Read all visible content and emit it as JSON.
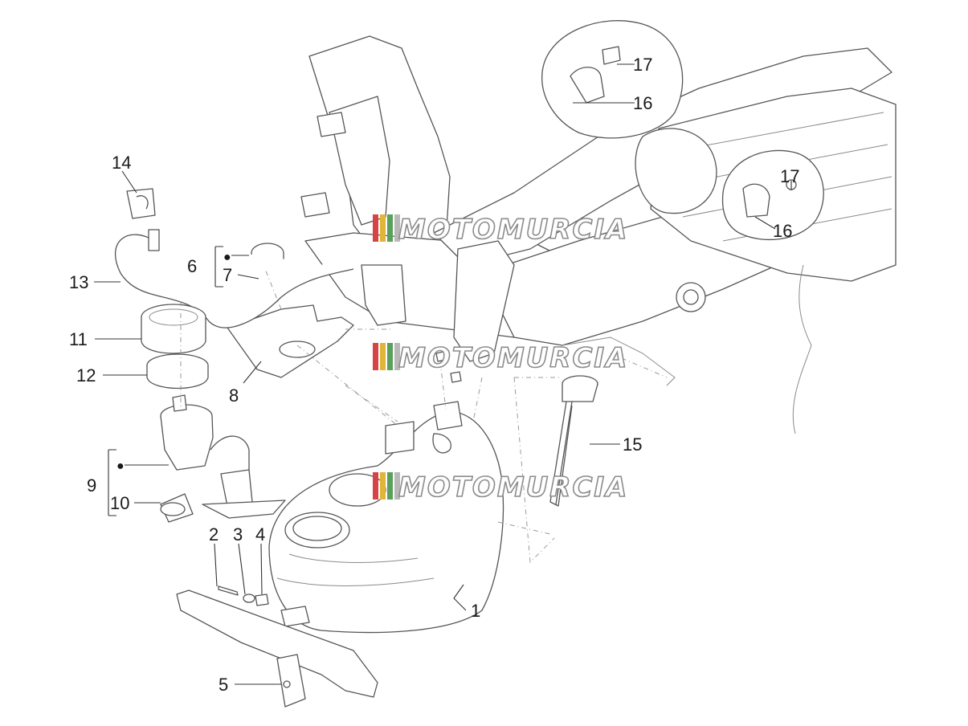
{
  "watermark": {
    "text": "MOTOMURCIA",
    "stripe_colors": [
      "#d64545",
      "#e0b53a",
      "#5aa05a",
      "#b9b9b9"
    ]
  },
  "labels": {
    "p1": "1",
    "p2": "2",
    "p3": "3",
    "p4": "4",
    "p5": "5",
    "p6": "6",
    "p7": "7",
    "p8": "8",
    "p9": "9",
    "p10": "10",
    "p11": "11",
    "p12": "12",
    "p13": "13",
    "p14": "14",
    "p15": "15",
    "p16a": "16",
    "p17a": "17",
    "p16b": "16",
    "p17b": "17"
  },
  "group_marker": "●"
}
